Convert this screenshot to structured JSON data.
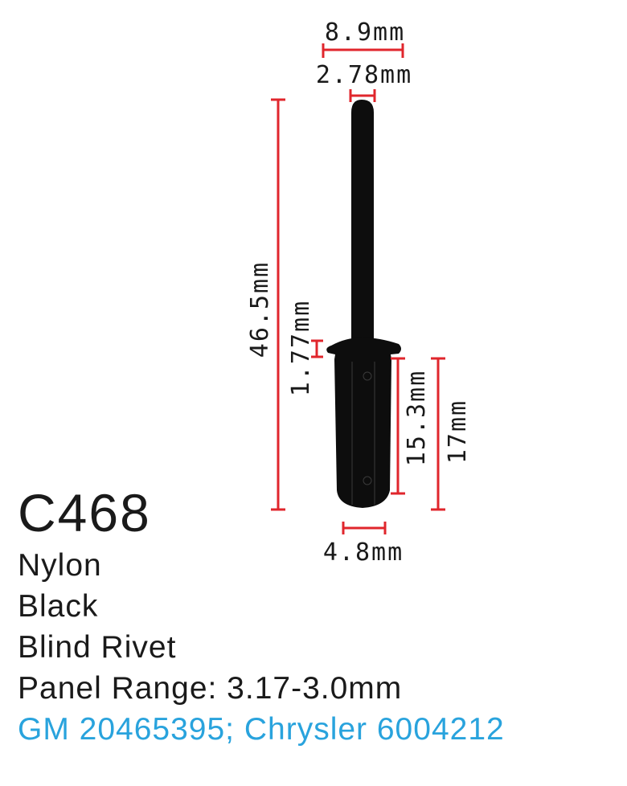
{
  "colors": {
    "dimension_line": "#e0262c",
    "part_fill": "#0d0d0d",
    "text": "#1a1a1a",
    "oem_text": "#29a3dd"
  },
  "dimensions": {
    "head_diameter": "8.9mm",
    "pin_diameter": "2.78mm",
    "overall_length": "46.5mm",
    "head_thickness": "1.77mm",
    "body_length": "15.3mm",
    "total_body_length": "17mm",
    "body_diameter": "4.8mm"
  },
  "part": {
    "code": "C468",
    "material": "Nylon",
    "color": "Black",
    "type": "Blind Rivet",
    "panel_range": "Panel Range: 3.17-3.0mm",
    "oem_numbers": "GM 20465395; Chrysler 6004212"
  }
}
